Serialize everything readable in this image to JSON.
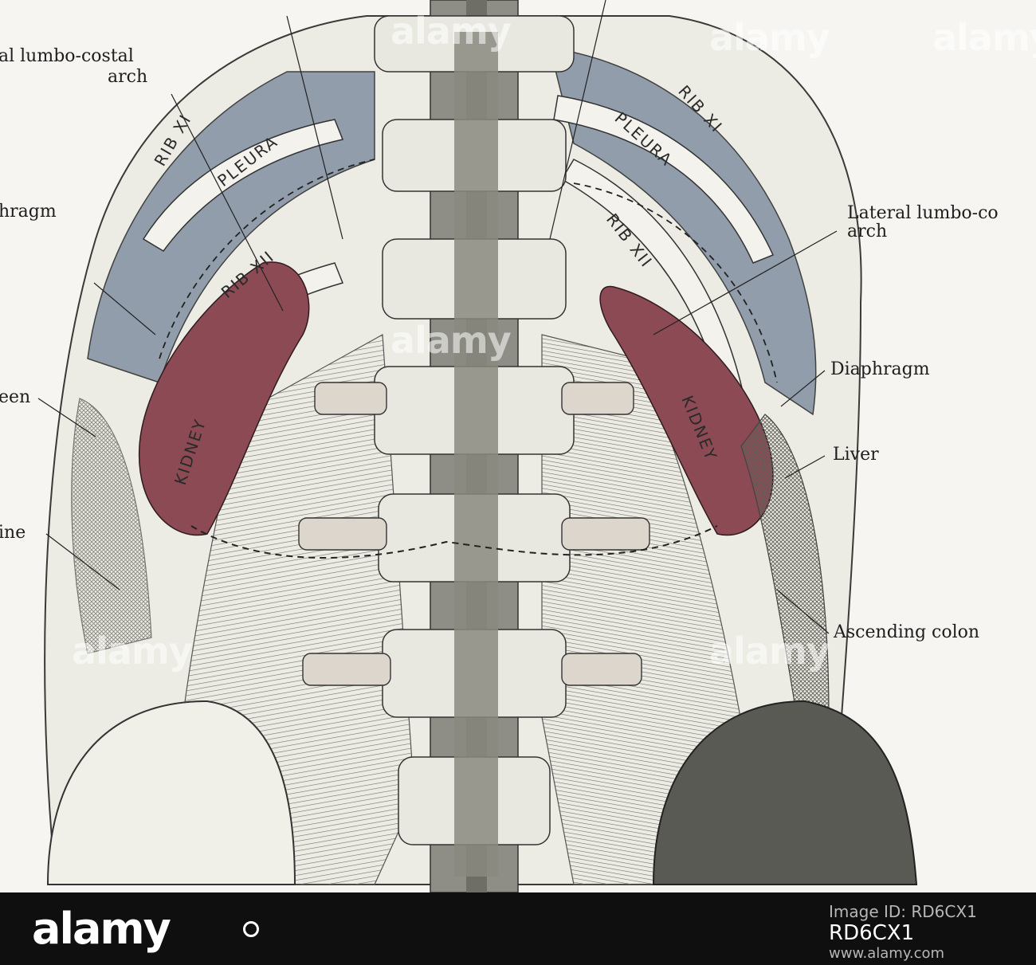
{
  "labels": {
    "medial_lumbocostal_arch_line1": "al lumbo-costal",
    "medial_lumbocostal_arch_line2": "arch",
    "diaphragm_left": "hragm",
    "spleen": "een",
    "intestine": "ine",
    "lateral_lumbocostal_arch_line1": "Lateral lumbo-co",
    "lateral_lumbocostal_arch_line2": "arch",
    "diaphragm_right": "Diaphragm",
    "liver": "Liver",
    "ascending_colon": "Ascending colon"
  },
  "figure_text": {
    "rib_xi_left": "RIB XI",
    "pleura_left": "PLEURA",
    "rib_xii_left": "RIB XII",
    "kidney_left": "KIDNEY",
    "rib_xi_right": "RIB XI",
    "pleura_right": "PLEURA",
    "rib_xii_right": "RIB XII",
    "kidney_right": "KIDNEY"
  },
  "watermark": "alamy",
  "footer": {
    "brand": "alamy",
    "image_id_label": "Image ID: RD6CX1",
    "image_id": "RD6CX1",
    "site": "www.alamy.com"
  },
  "colors": {
    "pleura": "#8a97a6",
    "kidney": "#8c4a55",
    "paper": "#f6f5f1",
    "ink": "#2a2a2a",
    "footer_bg": "#0f0f10"
  }
}
